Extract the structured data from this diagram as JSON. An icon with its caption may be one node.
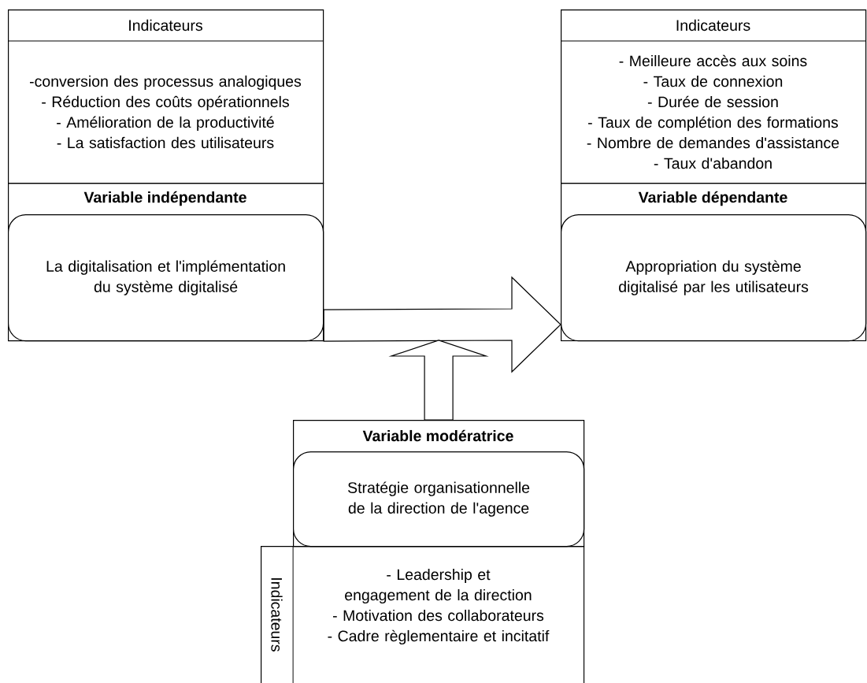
{
  "diagram": {
    "nodes": [
      {
        "text": [
          "Indicateurs",
          "-conversion des processus analogiques",
          "- Réduction des coûts opérationnels",
          "- Amélioration de la productivité",
          "- La satisfaction des utilisateurs"
        ]
      },
      {
        "text": [
          "Variable indépendante"
        ]
      },
      {
        "text": [
          "La digitalisation et l'implémentation du système digitalisé"
        ],
        "in": 1
      },
      {
        "text": [
          "Indicateurs",
          "- Meilleure accès aux soins",
          "- Taux de connexion",
          "- Durée de session",
          "- Taux de complétion des formations",
          "- Nombre de demandes d'assistance",
          "- Taux d'abandon"
        ]
      },
      {
        "text": [
          "Variable dépendante"
        ]
      },
      {
        "text": [
          "Appropriation du système digitalisé par les utilisateurs"
        ],
        "in": 4
      },
      {
        "text": [
          "Variable modératrice"
        ]
      },
      {
        "text": [
          "Stratégie organisationnelle de la direction de l'agence"
        ],
        "in": 6
      },
      {
        "text": [
          "Indicateurs",
          "- Leadership et engagement de la direction",
          "- Motivation des collaborateurs",
          "- Cadre règlementaire et incitatif"
        ]
      }
    ],
    "edges": [
      {
        "from": 2,
        "to": 5,
        "arrow": "to"
      },
      {
        "from": 6,
        "to": null,
        "arrow": "to"
      }
    ]
  }
}
